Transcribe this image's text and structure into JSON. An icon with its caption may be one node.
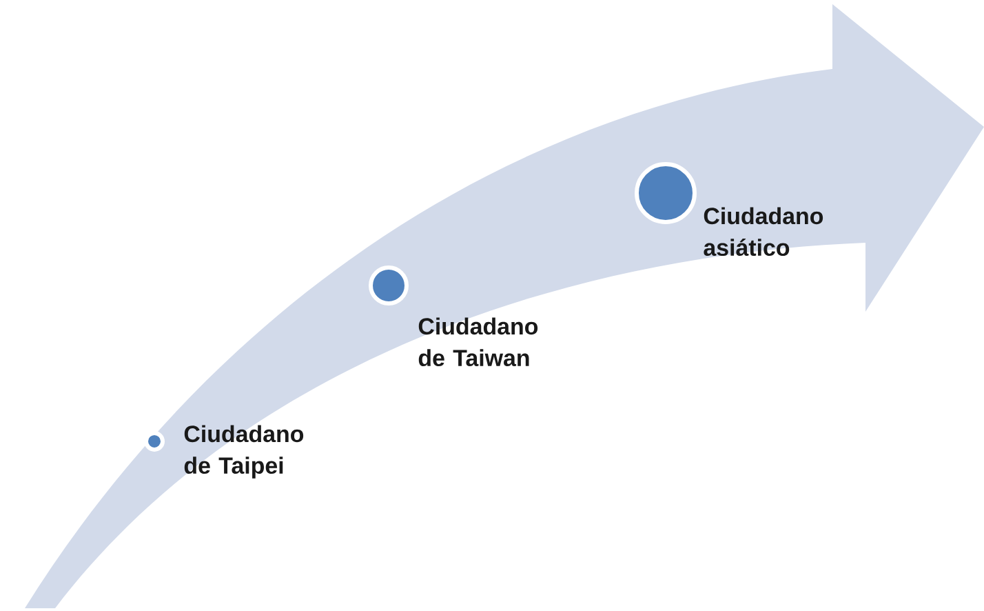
{
  "diagram": {
    "nodes": [
      {
        "text": [],
        "shape": "circle",
        "beside": [
          "Ciudadano de Taipei"
        ]
      },
      {
        "text": [],
        "shape": "circle",
        "beside": [
          "Ciudadano de Taiwan"
        ]
      },
      {
        "text": [],
        "shape": "circle",
        "beside": [
          "Ciudadano asiático"
        ]
      }
    ]
  }
}
